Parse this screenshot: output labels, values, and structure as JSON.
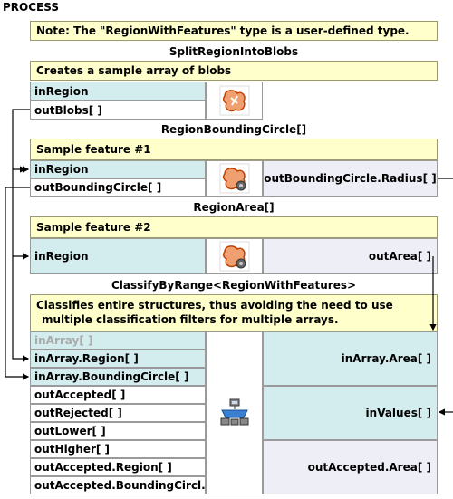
{
  "process_title": "PROCESS",
  "note": "Note: The \"RegionWithFeatures\" type is a user-defined type.",
  "blocks": {
    "split": {
      "title": "SplitRegionIntoBlobs",
      "desc": "Creates a sample array of blobs",
      "inputs": [
        "inRegion"
      ],
      "outputs": [
        "outBlobs[ ]"
      ]
    },
    "circle": {
      "title": "RegionBoundingCircle[]",
      "desc": "Sample feature #1",
      "inputs": [
        "inRegion"
      ],
      "outputs": [
        "outBoundingCircle[ ]"
      ],
      "right_output": "outBoundingCircle.Radius[ ]"
    },
    "area": {
      "title": "RegionArea[]",
      "desc": "Sample feature #2",
      "inputs": [
        "inRegion"
      ],
      "right_output": "outArea[ ]"
    },
    "classify": {
      "title": "ClassifyByRange<RegionWithFeatures>",
      "desc_line1": "Classifies entire structures, thus avoiding the need to use",
      "desc_line2": "multiple classification filters for multiple arrays.",
      "inputs": [
        "inArray[ ]",
        "inArray.Region[ ]",
        "inArray.BoundingCircle[ ]"
      ],
      "outputs": [
        "outAccepted[ ]",
        "outRejected[ ]",
        "outLower[ ]",
        "outHigher[ ]",
        "outAccepted.Region[ ]",
        "outAccepted.BoundingCircl..."
      ],
      "right_inputs": [
        "inArray.Area[ ]",
        "inValues[ ]"
      ],
      "right_output": "outAccepted.Area[ ]"
    }
  },
  "icons": {
    "split": "blob-split-icon",
    "circle": "blob-gear-icon",
    "area": "blob-gear-icon",
    "classify": "classify-network-icon"
  },
  "colors": {
    "note_bg": "#ffffcc",
    "input_bg": "#d3ecee",
    "output_bg": "#eeeef6",
    "blob_fill": "#f0a070",
    "blob_stroke": "#c04000"
  }
}
